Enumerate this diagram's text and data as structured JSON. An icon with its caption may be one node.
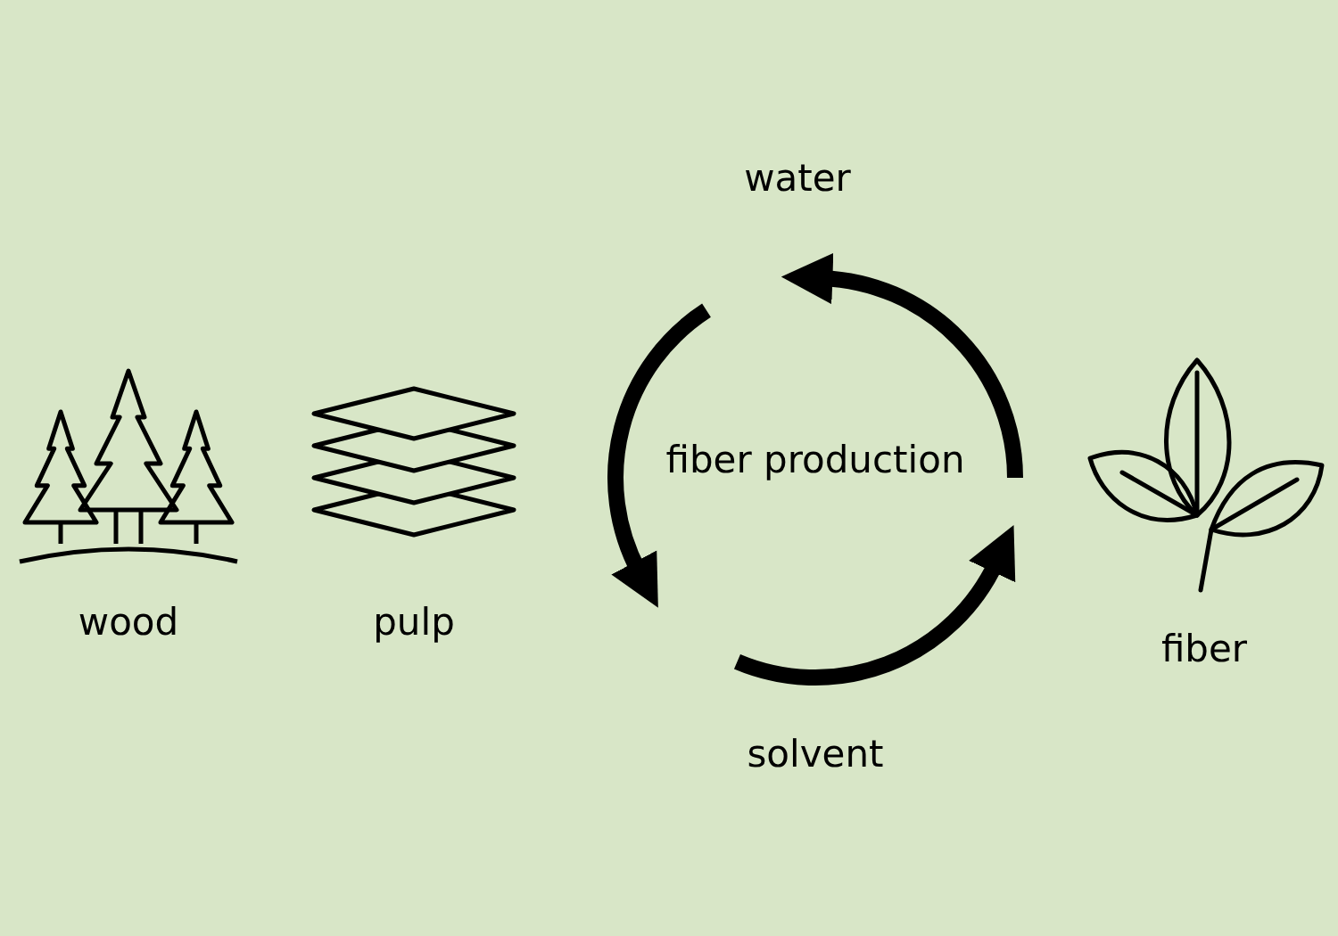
{
  "diagram": {
    "nodes": [
      {
        "text": [
          "wood"
        ]
      },
      {
        "text": [
          "pulp"
        ]
      },
      {
        "text": [
          "fiber production"
        ]
      },
      {
        "text": [
          "fiber"
        ]
      }
    ],
    "labels": [
      "water",
      "solvent"
    ]
  }
}
